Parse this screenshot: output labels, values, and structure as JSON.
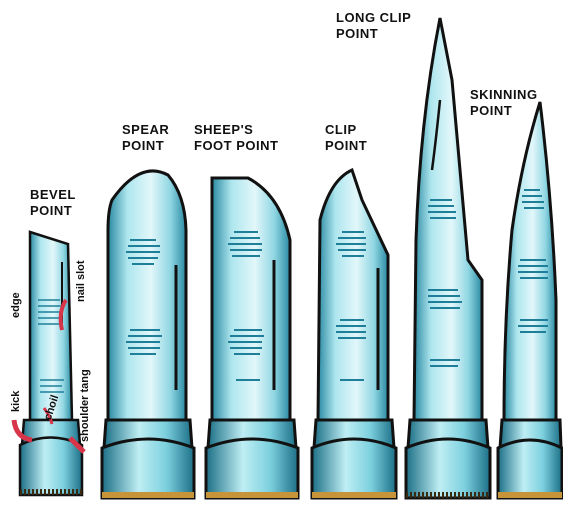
{
  "labels": {
    "bevel": [
      "BEVEL",
      "POINT"
    ],
    "spear": [
      "SPEAR",
      "POINT"
    ],
    "sheepsfoot": [
      "SHEEP'S",
      "FOOT POINT"
    ],
    "clip": [
      "CLIP",
      "POINT"
    ],
    "longclip": [
      "LONG CLIP",
      "POINT"
    ],
    "skinning": [
      "SKINNING",
      "POINT"
    ]
  },
  "parts": {
    "edge": "edge",
    "nail_slot": "nail slot",
    "kick": "kick",
    "choil": "choil",
    "shoulder_tang": "shoulder tang"
  },
  "colors": {
    "blade": "#9fdfe8",
    "blade_light": "#d8f4f8",
    "blade_dark": "#1f7f98",
    "outline": "#111111",
    "handle_band": "#6bc3d4",
    "wood": "#c8943a",
    "annotation": "#d6354a"
  }
}
